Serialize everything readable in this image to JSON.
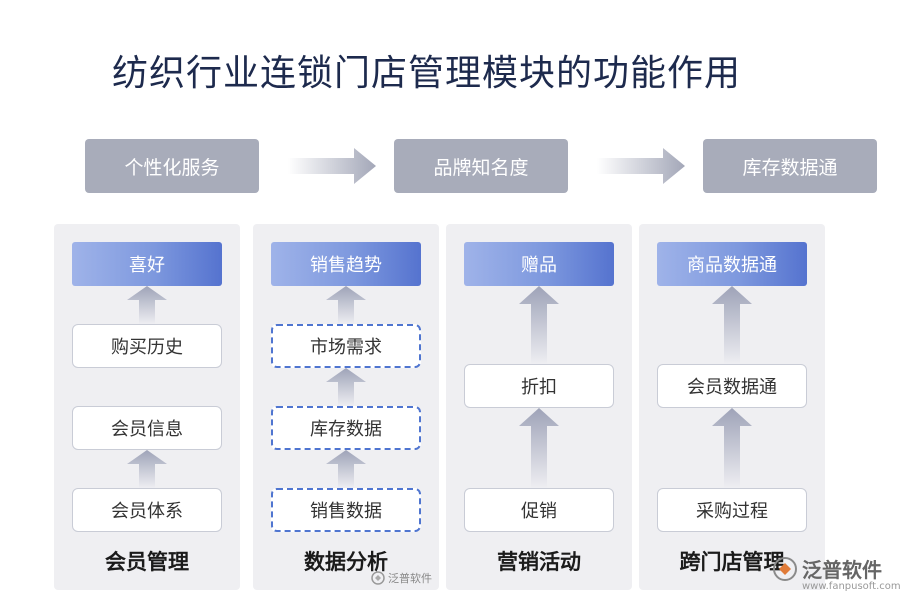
{
  "title": "纺织行业连锁门店管理模块的功能作用",
  "top_flow": [
    "个性化服务",
    "品牌知名度",
    "库存数据通"
  ],
  "columns": [
    {
      "header": "喜好",
      "items": [
        "购买历史",
        "会员信息",
        "会员体系"
      ],
      "label": "会员管理",
      "style": "solid"
    },
    {
      "header": "销售趋势",
      "items": [
        "市场需求",
        "库存数据",
        "销售数据"
      ],
      "label": "数据分析",
      "style": "dashed"
    },
    {
      "header": "赠品",
      "items": [
        "折扣",
        "促销"
      ],
      "label": "营销活动",
      "style": "solid"
    },
    {
      "header": "商品数据通",
      "items": [
        "会员数据通",
        "采购过程"
      ],
      "label": "跨门店管理",
      "style": "solid"
    }
  ],
  "watermark": {
    "brand": "泛普软件",
    "url": "www.fanpusoft.com",
    "small": "泛普软件"
  },
  "colors": {
    "top_box": "#a8acba",
    "header_gradient_end": "#5573cf",
    "dashed_border": "#4f75d0",
    "panel": "#efeff2"
  }
}
